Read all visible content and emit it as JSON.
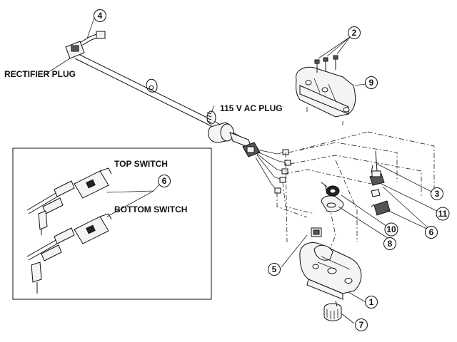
{
  "labels": {
    "rectifier_plug": "RECTIFIER PLUG",
    "ac_plug": "115 V AC PLUG",
    "top_switch": "TOP SWITCH",
    "bottom_switch": "BOTTOM SWITCH"
  },
  "callouts": {
    "c1": "1",
    "c2": "2",
    "c3": "3",
    "c4": "4",
    "c5": "5",
    "c6a": "6",
    "c6b": "6",
    "c7": "7",
    "c8": "8",
    "c9": "9",
    "c10": "10",
    "c11": "11"
  }
}
